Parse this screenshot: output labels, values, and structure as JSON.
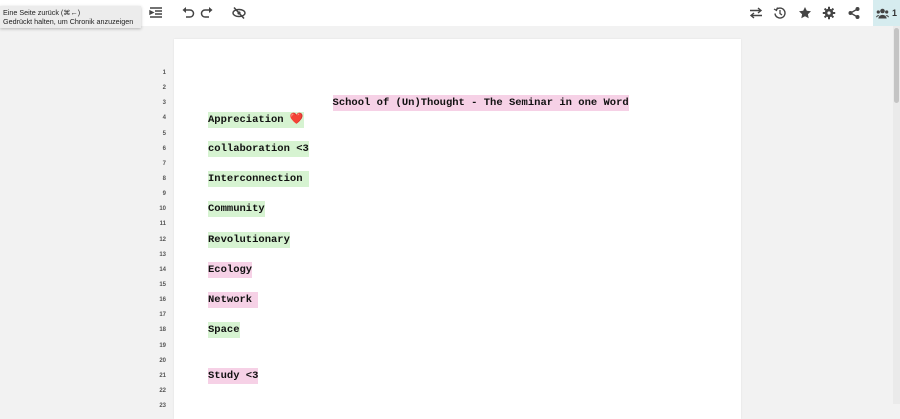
{
  "tooltip": {
    "line1": "Eine Seite zurück (⌘←)",
    "line2": "Gedrückt halten, um Chronik anzuzeigen"
  },
  "toolbar": {
    "users_count": "1"
  },
  "colors": {
    "green_highlight": "#d6f3d1",
    "pink_highlight": "#f6d1e6",
    "users_button_bg": "#d6ecef"
  },
  "line_numbers": [
    "1",
    "2",
    "3",
    "4",
    "5",
    "6",
    "7",
    "8",
    "9",
    "10",
    "11",
    "12",
    "13",
    "14",
    "15",
    "16",
    "17",
    "18",
    "19",
    "20",
    "21",
    "22",
    "23"
  ],
  "document": {
    "title": "School of (Un)Thought - The Seminar in one Word",
    "lines": [
      {
        "text": "Appreciation ",
        "emoji": "❤️",
        "highlight": "green"
      },
      {
        "text": "collaboration <3",
        "highlight": "green"
      },
      {
        "text": "Interconnection ",
        "highlight": "green"
      },
      {
        "text": "Community",
        "highlight": "green"
      },
      {
        "text": "Revolutionary",
        "highlight": "green"
      },
      {
        "text": "Ecology",
        "highlight": "pink"
      },
      {
        "text": "Network ",
        "highlight": "pink"
      },
      {
        "text": "Space",
        "highlight": "green"
      },
      {
        "text": "Study <3",
        "highlight": "pink"
      }
    ]
  }
}
